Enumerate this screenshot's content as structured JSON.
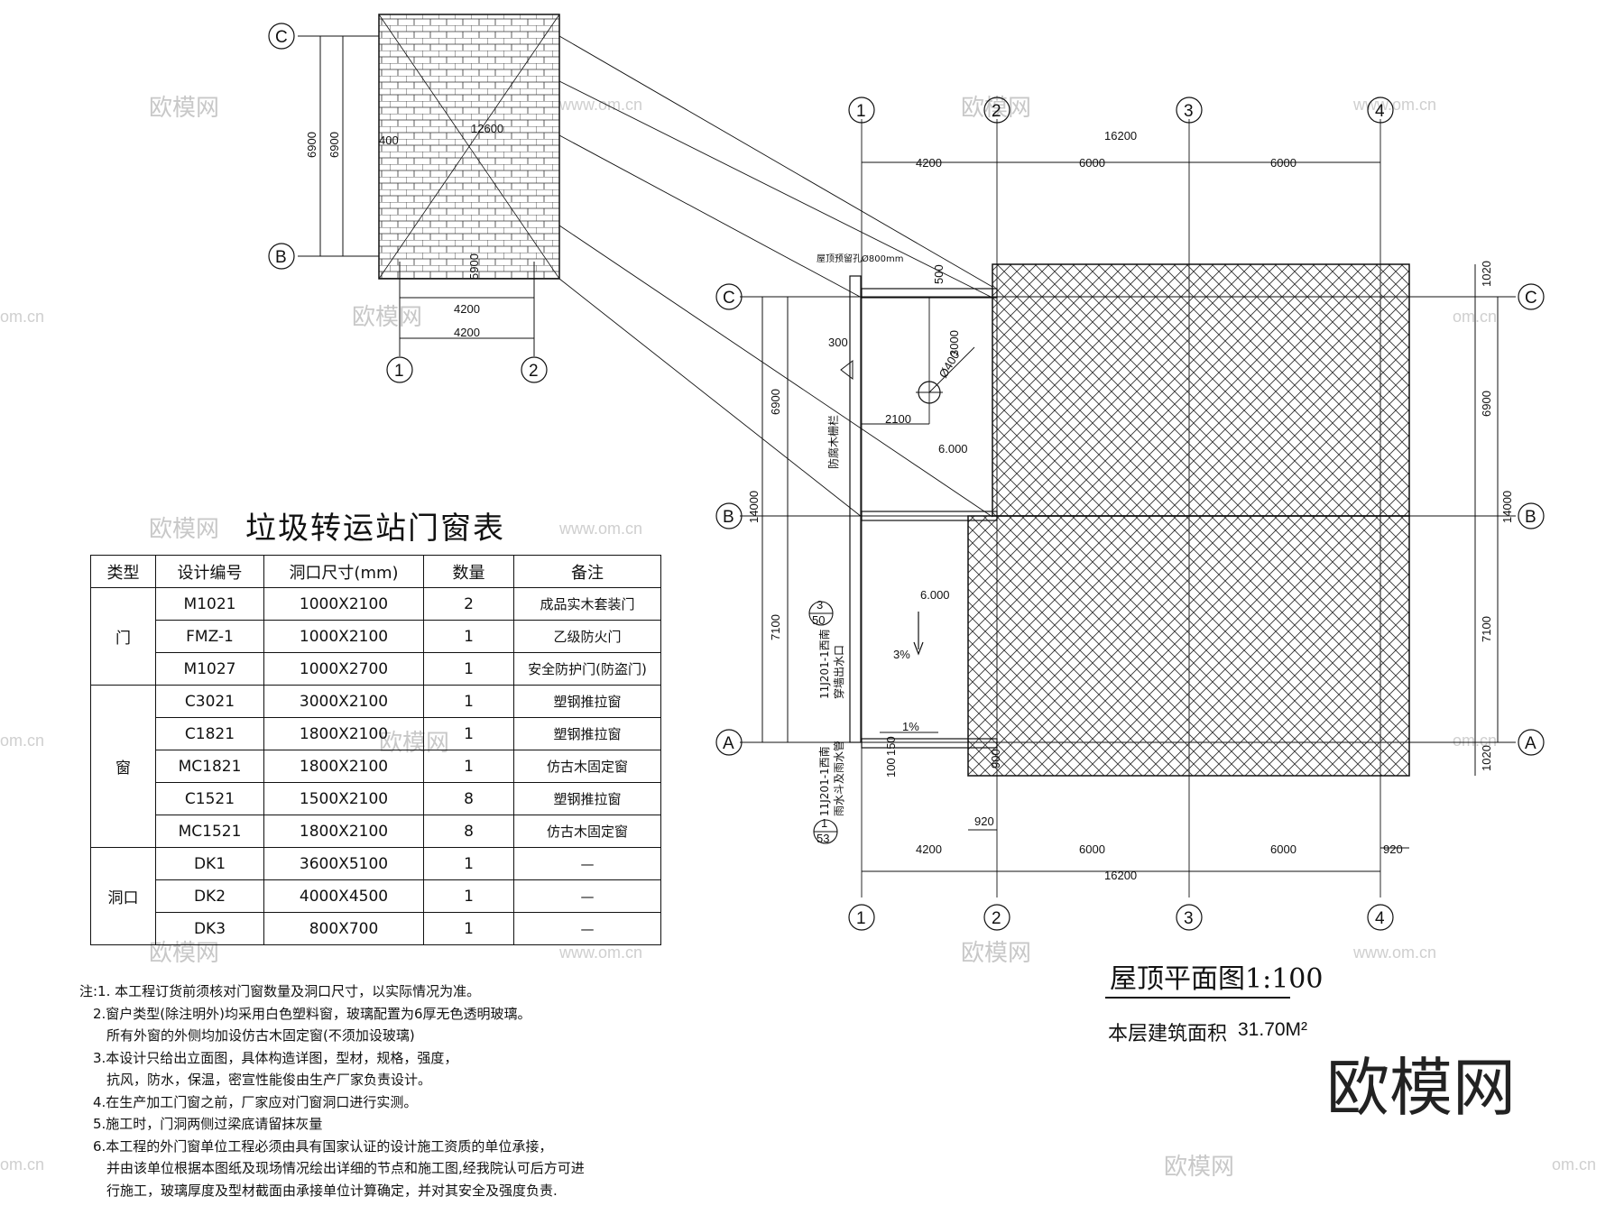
{
  "schedule": {
    "title": "垃圾转运站门窗表",
    "headers": [
      "类型",
      "设计编号",
      "洞口尺寸(mm)",
      "数量",
      "备注"
    ],
    "groups": [
      {
        "category": "门",
        "rows": [
          {
            "code": "M1021",
            "size": "1000X2100",
            "qty": "2",
            "remark": "成品实木套装门"
          },
          {
            "code": "FMZ-1",
            "size": "1000X2100",
            "qty": "1",
            "remark": "乙级防火门"
          },
          {
            "code": "M1027",
            "size": "1000X2700",
            "qty": "1",
            "remark": "安全防护门(防盗门)"
          }
        ]
      },
      {
        "category": "窗",
        "rows": [
          {
            "code": "C3021",
            "size": "3000X2100",
            "qty": "1",
            "remark": "塑钢推拉窗"
          },
          {
            "code": "C1821",
            "size": "1800X2100",
            "qty": "1",
            "remark": "塑钢推拉窗"
          },
          {
            "code": "MC1821",
            "size": "1800X2100",
            "qty": "1",
            "remark": "仿古木固定窗"
          },
          {
            "code": "C1521",
            "size": "1500X2100",
            "qty": "8",
            "remark": "塑钢推拉窗"
          },
          {
            "code": "MC1521",
            "size": "1800X2100",
            "qty": "8",
            "remark": "仿古木固定窗"
          }
        ]
      },
      {
        "category": "洞口",
        "rows": [
          {
            "code": "DK1",
            "size": "3600X5100",
            "qty": "1",
            "remark": "—"
          },
          {
            "code": "DK2",
            "size": "4000X4500",
            "qty": "1",
            "remark": "—"
          },
          {
            "code": "DK3",
            "size": "800X700",
            "qty": "1",
            "remark": "—"
          }
        ]
      }
    ]
  },
  "notes": [
    "注:1. 本工程订货前须核对门窗数量及洞口尺寸，以实际情况为准。",
    "　2.窗户类型(除注明外)均采用白色塑料窗，玻璃配置为6厚无色透明玻璃。",
    "　　所有外窗的外侧均加设仿古木固定窗(不须加设玻璃)",
    "　3.本设计只给出立面图，具体构造详图，型材，规格，强度，",
    "　　抗风，防水，保温，密宣性能俊由生产厂家负责设计。",
    "　4.在生产加工门窗之前，厂家应对门窗洞口进行实测。",
    "　5.施工时，门洞两侧过梁底请留抹灰量",
    "　6.本工程的外门窗单位工程必须由具有国家认证的设计施工资质的单位承接，",
    "　　并由该单位根据本图纸及现场情况绘出详细的节点和施工图,经我院认可后方可进",
    "　　行施工，玻璃厚度及型材截面由承接单位计算确定，并对其安全及强度负责."
  ],
  "plan": {
    "title": "屋顶平面图1:100",
    "area_label": "本层建筑面积",
    "area_value": "31.70M²",
    "axes_x": [
      "1",
      "2",
      "3",
      "4"
    ],
    "axes_y": [
      "C",
      "B",
      "A"
    ],
    "dims_top_total": "16200",
    "dims_top": [
      "4200",
      "6000",
      "6000"
    ],
    "dims_bottom": [
      "4200",
      "6000",
      "6000",
      "920"
    ],
    "dims_bottom_total": "16200",
    "dim_920": "920",
    "dims_left": [
      "6900",
      "7100"
    ],
    "dims_left_total": "14000",
    "dims_right": [
      "1020",
      "6900",
      "7100",
      "1020"
    ],
    "dims_right_total": "14000",
    "inner": {
      "d500": "500",
      "d300": "300",
      "d3000": "3000",
      "d2100": "2100",
      "d400": "Ø400",
      "d900": "900",
      "d100": "100",
      "d150": "150",
      "level1": "6.000",
      "level2": "6.000",
      "slope": "3%",
      "slope2": "1%",
      "hole_note": "屋顶预留孔Ø800mm",
      "railing": "防腐木栅栏",
      "detail1_top": "3",
      "detail1_bot": "50",
      "detail1_txt": "11J201-1西南",
      "detail1_txt2": "穿墙出水口",
      "detail2_top": "1",
      "detail2_bot": "53",
      "detail2_txt": "11J201-1西南",
      "detail2_txt2": "雨水斗及雨水管"
    }
  },
  "elevation": {
    "axes_y": [
      "C",
      "B"
    ],
    "axes_x": [
      "1",
      "2"
    ],
    "dim_v1": "6900",
    "dim_v2": "6900",
    "dim_h1": "4200",
    "dim_h2": "4200",
    "label_1": "12600",
    "label_2": "400",
    "label_3": "5900"
  },
  "brand": "欧模网",
  "watermark": "欧模网",
  "watermark_url": "www.om.cn",
  "watermark_cn": "om.cn"
}
